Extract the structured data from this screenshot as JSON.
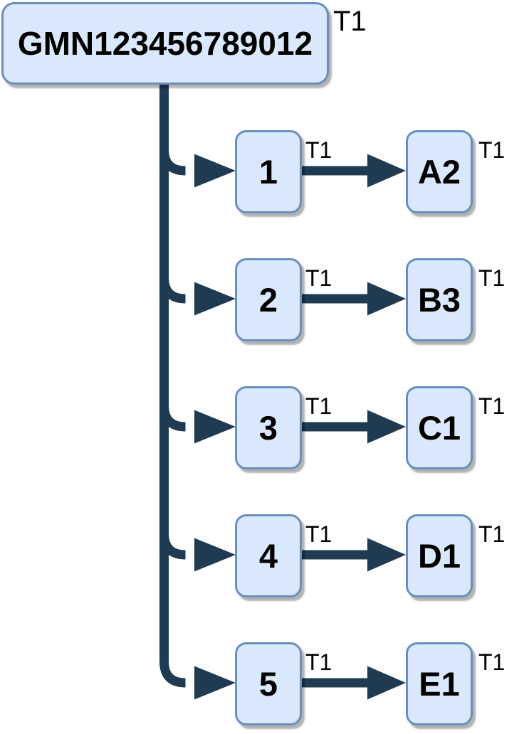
{
  "diagram": {
    "root": {
      "label": "GMN123456789012",
      "tag": "T1"
    },
    "rows": [
      {
        "source": "1",
        "source_tag": "T1",
        "target": "A2",
        "target_tag": "T1"
      },
      {
        "source": "2",
        "source_tag": "T1",
        "target": "B3",
        "target_tag": "T1"
      },
      {
        "source": "3",
        "source_tag": "T1",
        "target": "C1",
        "target_tag": "T1"
      },
      {
        "source": "4",
        "source_tag": "T1",
        "target": "D1",
        "target_tag": "T1"
      },
      {
        "source": "5",
        "source_tag": "T1",
        "target": "E1",
        "target_tag": "T1"
      }
    ],
    "colors": {
      "node_fill": "#dae8fc",
      "node_border": "#6c8ebf",
      "connector": "#1f3b52",
      "label_text": "#000000"
    }
  }
}
